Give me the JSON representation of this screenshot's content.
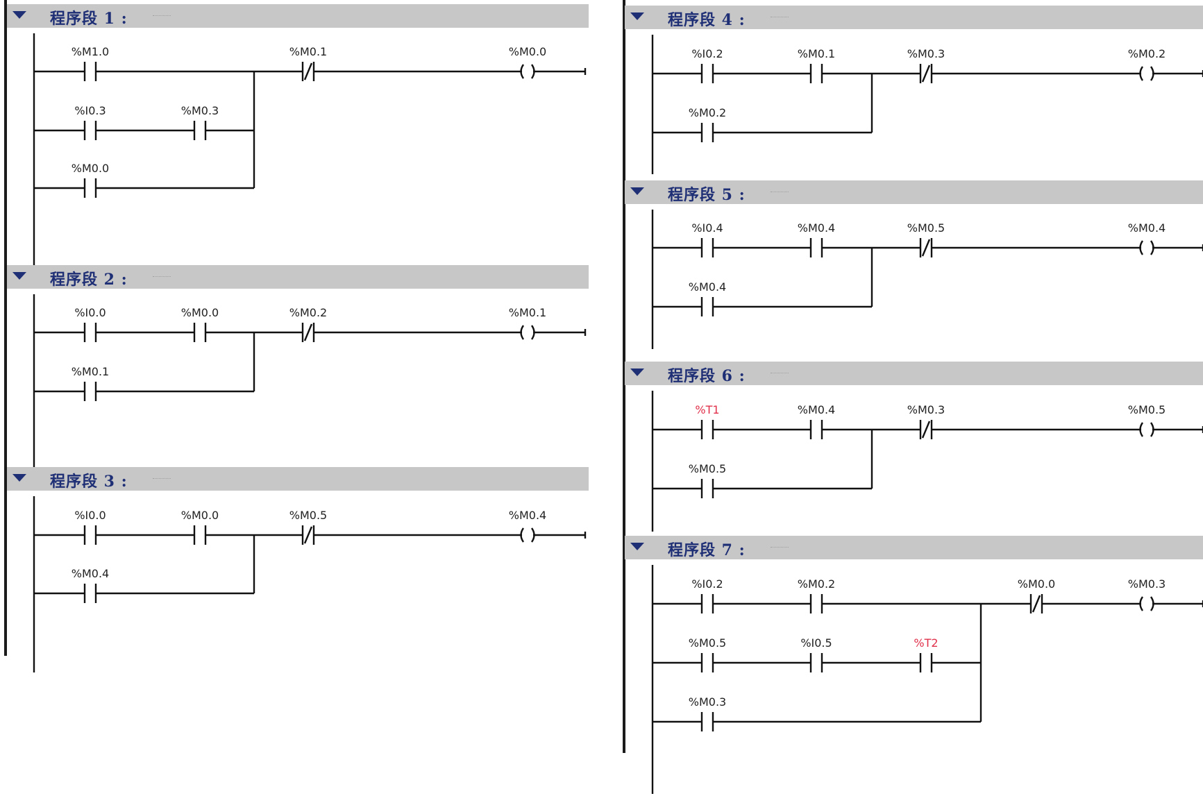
{
  "left_panel": {
    "networks": [
      {
        "title": "程序段 1 :",
        "rungs": [
          {
            "elements": [
              {
                "type": "NO",
                "operand": "%M1.0"
              },
              {
                "type": "NC",
                "operand": "%M0.1"
              },
              {
                "type": "COIL",
                "operand": "%M0.0"
              }
            ]
          },
          {
            "elements": [
              {
                "type": "NO",
                "operand": "%I0.3"
              },
              {
                "type": "NO",
                "operand": "%M0.3"
              }
            ]
          },
          {
            "elements": [
              {
                "type": "NO",
                "operand": "%M0.0"
              }
            ]
          }
        ]
      },
      {
        "title": "程序段 2 :",
        "rungs": [
          {
            "elements": [
              {
                "type": "NO",
                "operand": "%I0.0"
              },
              {
                "type": "NO",
                "operand": "%M0.0"
              },
              {
                "type": "NC",
                "operand": "%M0.2"
              },
              {
                "type": "COIL",
                "operand": "%M0.1"
              }
            ]
          },
          {
            "elements": [
              {
                "type": "NO",
                "operand": "%M0.1"
              }
            ]
          }
        ]
      },
      {
        "title": "程序段 3 :",
        "rungs": [
          {
            "elements": [
              {
                "type": "NO",
                "operand": "%I0.0"
              },
              {
                "type": "NO",
                "operand": "%M0.0"
              },
              {
                "type": "NC",
                "operand": "%M0.5"
              },
              {
                "type": "COIL",
                "operand": "%M0.4"
              }
            ]
          },
          {
            "elements": [
              {
                "type": "NO",
                "operand": "%M0.4"
              }
            ]
          }
        ]
      }
    ]
  },
  "right_panel": {
    "networks": [
      {
        "title": "程序段 4 :",
        "rungs": [
          {
            "elements": [
              {
                "type": "NO",
                "operand": "%I0.2"
              },
              {
                "type": "NO",
                "operand": "%M0.1"
              },
              {
                "type": "NC",
                "operand": "%M0.3"
              },
              {
                "type": "COIL",
                "operand": "%M0.2"
              }
            ]
          },
          {
            "elements": [
              {
                "type": "NO",
                "operand": "%M0.2"
              }
            ]
          }
        ]
      },
      {
        "title": "程序段 5 :",
        "rungs": [
          {
            "elements": [
              {
                "type": "NO",
                "operand": "%I0.4"
              },
              {
                "type": "NO",
                "operand": "%M0.4"
              },
              {
                "type": "NC",
                "operand": "%M0.5"
              },
              {
                "type": "COIL",
                "operand": "%M0.4"
              }
            ]
          },
          {
            "elements": [
              {
                "type": "NO",
                "operand": "%M0.4"
              }
            ]
          }
        ]
      },
      {
        "title": "程序段 6 :",
        "rungs": [
          {
            "elements": [
              {
                "type": "NO",
                "operand": "%T1",
                "highlight": true
              },
              {
                "type": "NO",
                "operand": "%M0.4"
              },
              {
                "type": "NC",
                "operand": "%M0.3"
              },
              {
                "type": "COIL",
                "operand": "%M0.5"
              }
            ]
          },
          {
            "elements": [
              {
                "type": "NO",
                "operand": "%M0.5"
              }
            ]
          }
        ]
      },
      {
        "title": "程序段 7 :",
        "rungs": [
          {
            "elements": [
              {
                "type": "NO",
                "operand": "%I0.2"
              },
              {
                "type": "NO",
                "operand": "%M0.2"
              },
              {
                "type": "NC",
                "operand": "%M0.0"
              },
              {
                "type": "COIL",
                "operand": "%M0.3"
              }
            ]
          },
          {
            "elements": [
              {
                "type": "NO",
                "operand": "%M0.5"
              },
              {
                "type": "NO",
                "operand": "%I0.5"
              },
              {
                "type": "NO",
                "operand": "%T2",
                "highlight": true
              }
            ]
          },
          {
            "elements": [
              {
                "type": "NO",
                "operand": "%M0.3"
              }
            ]
          }
        ]
      }
    ]
  },
  "colors": {
    "header_bg": "#c7c7c7",
    "title": "#1f2f75",
    "wire": "#111111",
    "highlight_operand": "#e0304a"
  }
}
